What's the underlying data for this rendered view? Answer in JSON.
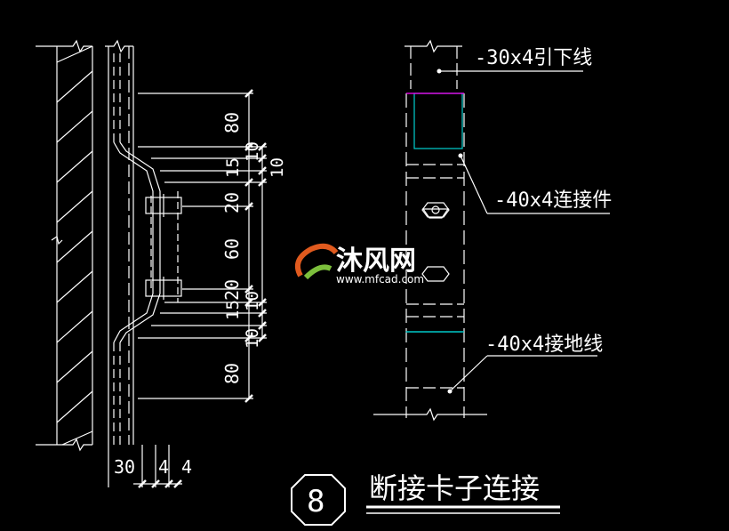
{
  "drawing": {
    "left_view": {
      "dims_outer_col": [
        "80",
        "20",
        "60",
        "20",
        "80"
      ],
      "dims_inner_col": [
        "15",
        "10",
        "10",
        "15",
        "10",
        "10"
      ],
      "bottom_dims": [
        "30",
        "4",
        "4"
      ]
    },
    "right_view": {
      "labels": {
        "down_conductor": "-30x4引下线",
        "connector": "-40x4连接件",
        "ground_wire": "-40x4接地线"
      }
    },
    "detail_number": "8",
    "title": "断接卡子连接"
  },
  "watermark": {
    "text": "沐风网",
    "url": "www.mfcad.com"
  },
  "colors": {
    "background": "#000000",
    "line": "#ffffff",
    "cyan": "#00d0d0",
    "magenta": "#ff00ff"
  }
}
